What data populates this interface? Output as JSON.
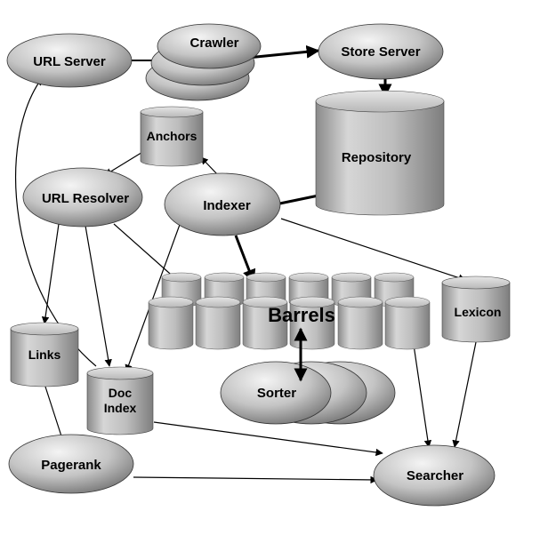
{
  "nodes": {
    "url_server": "URL Server",
    "crawler": "Crawler",
    "store_server": "Store Server",
    "anchors": "Anchors",
    "repository": "Repository",
    "url_resolver": "URL Resolver",
    "indexer": "Indexer",
    "barrels": "Barrels",
    "lexicon": "Lexicon",
    "links": "Links",
    "doc_index_line1": "Doc",
    "doc_index_line2": "Index",
    "sorter": "Sorter",
    "pagerank": "Pagerank",
    "searcher": "Searcher"
  },
  "colors": {
    "shape_light": "#e8e8e8",
    "shape_mid": "#bdbdbd",
    "shape_dark": "#7a7a7a",
    "stroke": "#000000"
  }
}
